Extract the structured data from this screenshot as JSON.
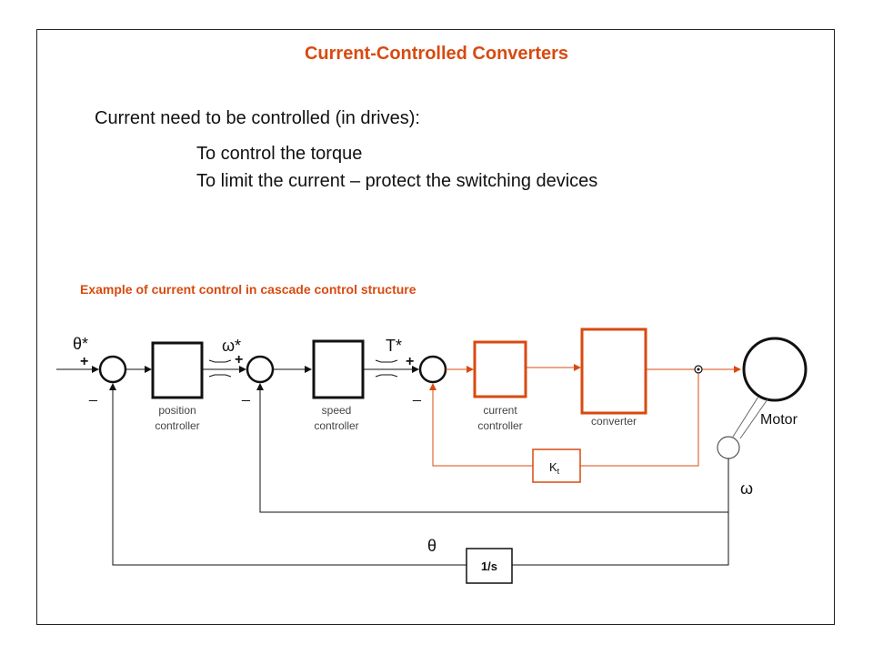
{
  "slide": {
    "title": "Current-Controlled Converters",
    "intro": "Current need to be controlled (in drives):",
    "bullets": [
      "To control the torque",
      "To limit the current – protect the switching devices"
    ],
    "example_title": "Example of current control in cascade control structure"
  },
  "diagram": {
    "inputs": {
      "theta_ref": "θ*",
      "omega_ref": "ω*",
      "torque_ref": "T*"
    },
    "signs": {
      "plus": "+",
      "minus": "_"
    },
    "blocks": {
      "position_controller": [
        "position",
        "controller"
      ],
      "speed_controller": [
        "speed",
        "controller"
      ],
      "current_controller": [
        "current",
        "controller"
      ],
      "converter": "converter",
      "kt_main": "K",
      "kt_sub": "t",
      "integrator": "1/s",
      "motor": "Motor"
    },
    "feedback": {
      "omega": "ω",
      "theta": "θ"
    },
    "colors": {
      "accent": "#d84a10",
      "line": "#111111"
    }
  }
}
